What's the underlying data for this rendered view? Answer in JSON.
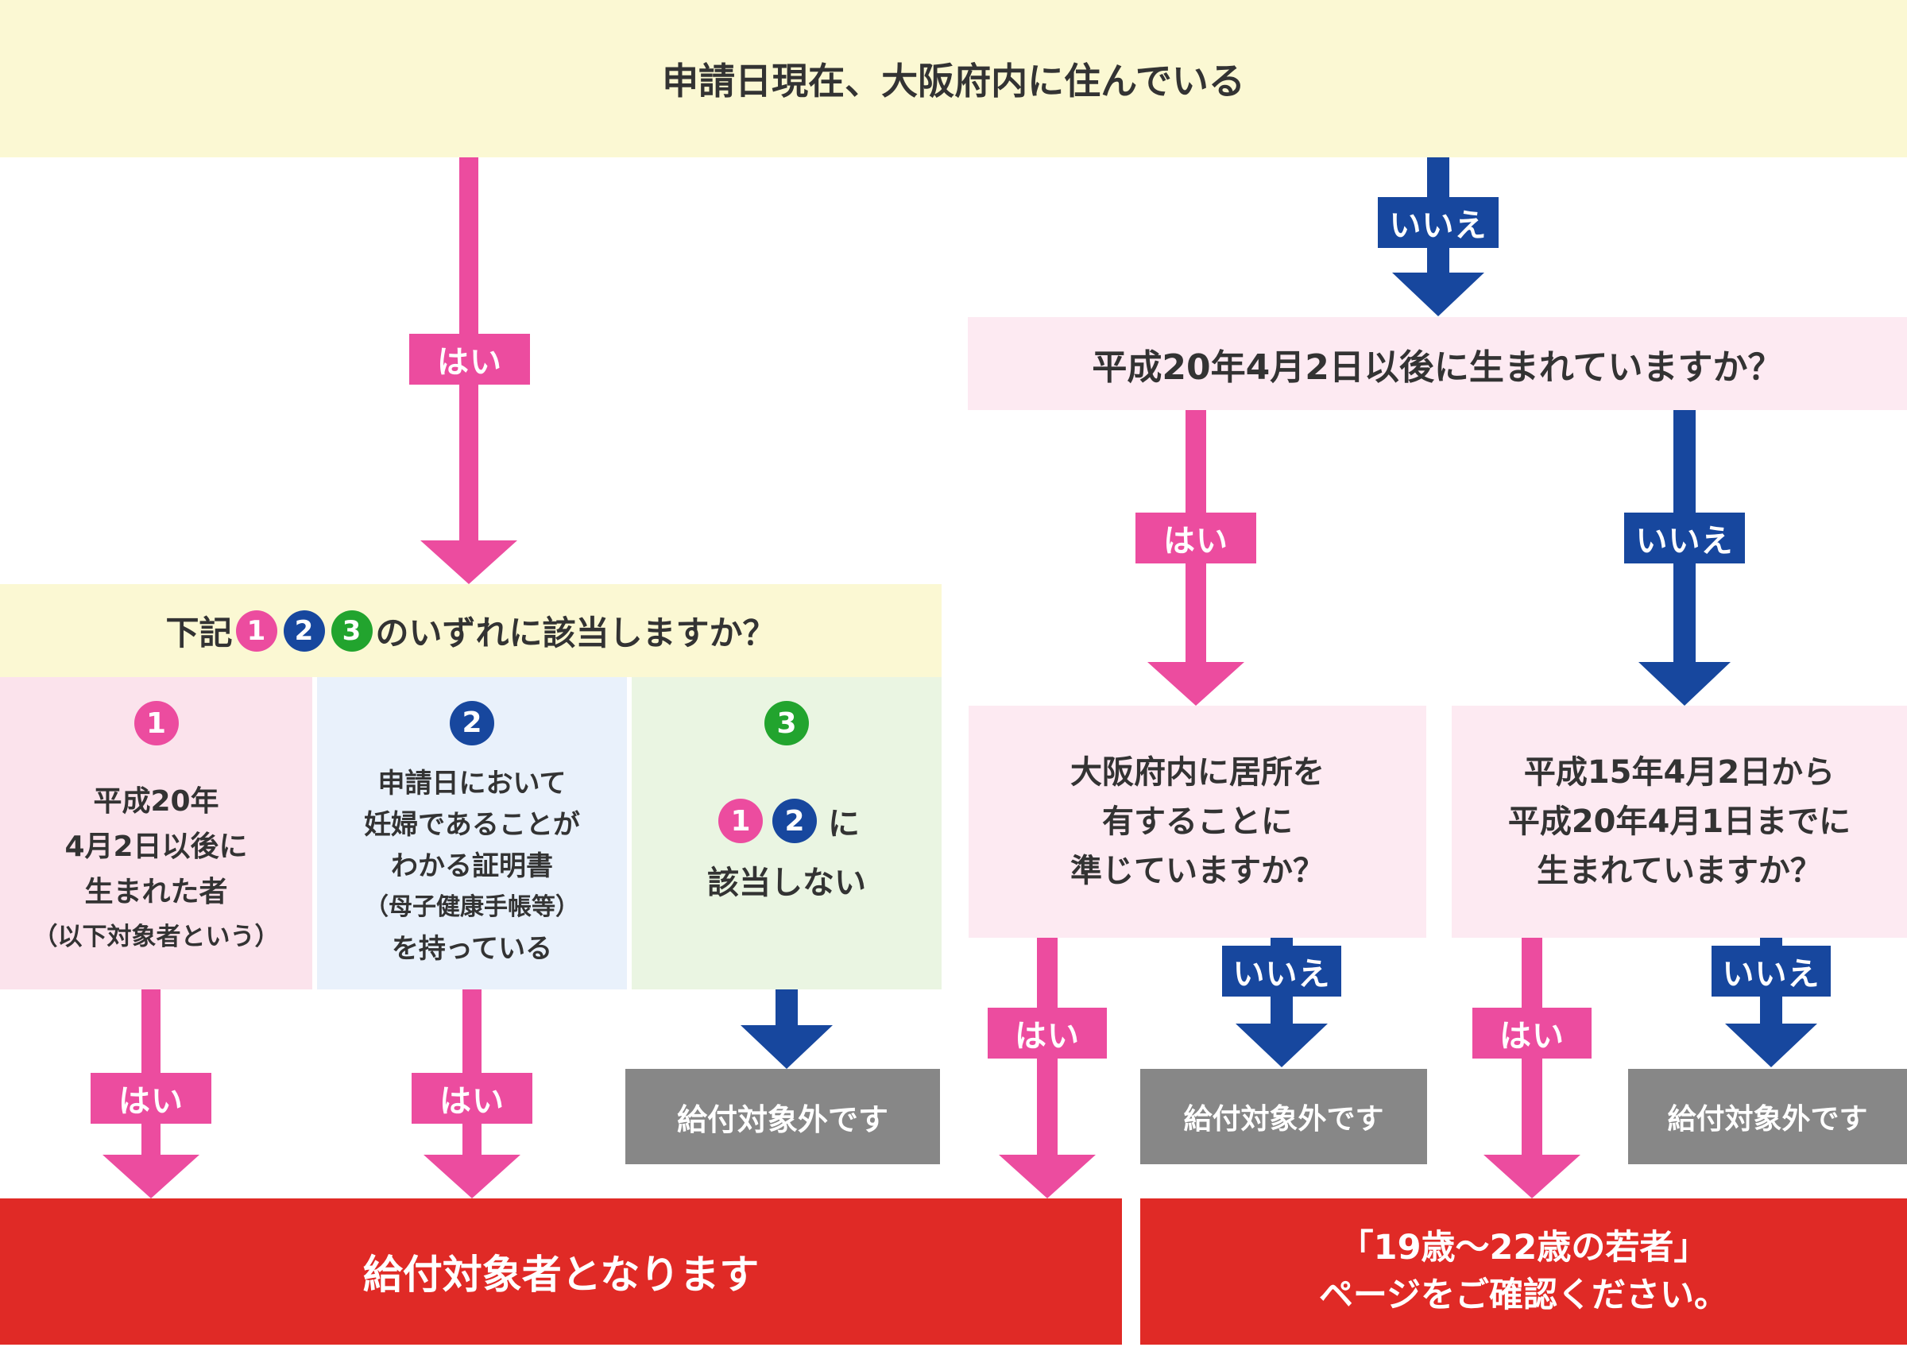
{
  "labels": {
    "yes": "はい",
    "no": "いいえ"
  },
  "digits": {
    "one": "1",
    "two": "2",
    "three": "3"
  },
  "banner": {
    "text": "申請日現在、大阪府内に住んでいる"
  },
  "q_birth_after_h20": {
    "text": "平成20年4月2日以後に生まれていますか？"
  },
  "q_which_category": {
    "prefix": "下記",
    "suffix": "のいずれに該当しますか？"
  },
  "option1": {
    "lines": [
      "平成20年",
      "4月2日以後に",
      "生まれた者",
      "（以下対象者という）"
    ]
  },
  "option2": {
    "lines": [
      "申請日において",
      "妊婦であることが",
      "わかる証明書",
      "（母子健康手帳等）",
      "を持っている"
    ]
  },
  "option3": {
    "particle": "に",
    "line2": "該当しない"
  },
  "q_residence": {
    "lines": [
      "大阪府内に居所を",
      "有することに",
      "準じていますか？"
    ]
  },
  "q_birth_h15_h20": {
    "lines": [
      "平成15年4月2日から",
      "平成20年4月1日までに",
      "生まれていますか？"
    ]
  },
  "not_eligible": {
    "text": "給付対象外です"
  },
  "eligible": {
    "text": "給付対象者となります"
  },
  "see_youth_page": {
    "lines": [
      "「19歳～22歳の若者」",
      "ページをご確認ください。"
    ]
  },
  "colors": {
    "pink": "#ec4c9f",
    "blue": "#17479e",
    "banner_yellow": "#fbf8d3",
    "question_pink": "#fdeaf2",
    "option_pink": "#fbe3ec",
    "option_blue": "#e9f1fb",
    "option_green": "#eaf5e2",
    "gray": "#878787",
    "red": "#e02a26",
    "green": "#22a42e",
    "text": "#333333"
  }
}
